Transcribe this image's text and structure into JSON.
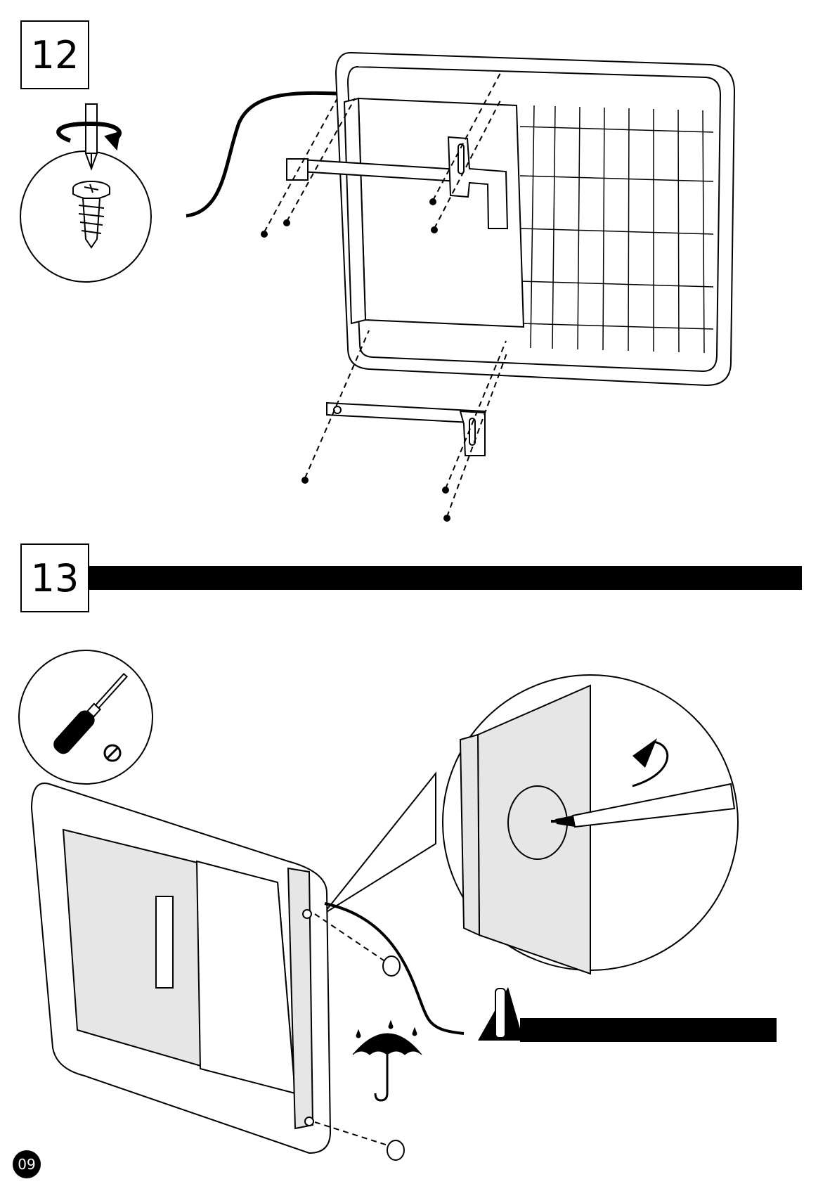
{
  "page": {
    "page_number": "09"
  },
  "steps": [
    {
      "number": "12"
    },
    {
      "number": "13"
    }
  ],
  "icons": {
    "step12_tool": "screwdriver-rotate-icon",
    "step12_part": "screw-icon",
    "step13_tool": "flat-screwdriver-icon",
    "step13_slot": "slot-screw-symbol-icon",
    "weather": "umbrella-rain-icon",
    "warning": "warning-triangle-icon"
  },
  "colors": {
    "ink": "#000000",
    "panel_fill": "#e6e6e6",
    "background": "#ffffff"
  }
}
